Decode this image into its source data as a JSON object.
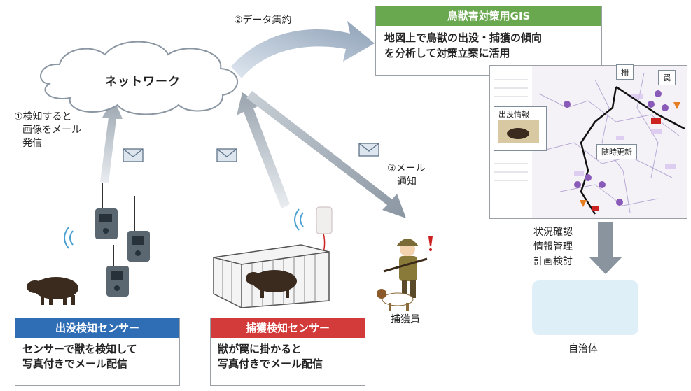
{
  "network": {
    "label": "ネットワーク"
  },
  "steps": {
    "step1": [
      "①検知すると",
      "画像をメール",
      "発信"
    ],
    "step2": "②データ集約",
    "step3": [
      "③メール",
      "通知"
    ]
  },
  "gis": {
    "title": "鳥獣害対策用GIS",
    "description": [
      "地図上で鳥獣の出没・捕獲の傾向",
      "を分析して対策立案に活用"
    ],
    "map_callouts": {
      "fence": "柵",
      "trap": "罠",
      "sighting": "出没情報",
      "update": "随時更新"
    }
  },
  "municipality": {
    "actions": [
      "状況確認",
      "情報管理",
      "計画検討"
    ],
    "label": "自治体"
  },
  "hunter": {
    "label": "捕獲員"
  },
  "sensors": {
    "detection": {
      "title": "出没検知センサー",
      "description": [
        "センサーで獣を検知して",
        "写真付きでメール配信"
      ]
    },
    "capture": {
      "title": "捕獲検知センサー",
      "description": [
        "獣が罠に掛かると",
        "写真付きでメール配信"
      ]
    }
  },
  "colors": {
    "gis_header": "#6aa84f",
    "detection_header": "#2f6db5",
    "capture_header": "#d33a3a",
    "arrow": "#a9b2bc",
    "municipality_bg": "#dfeff7"
  },
  "icons": [
    "cloud-icon",
    "mail-icon",
    "camera-sensor-icon",
    "boar-icon",
    "cage-trap-icon",
    "hunter-icon",
    "dog-icon",
    "computer-user-icon",
    "wireless-signal-icon"
  ]
}
